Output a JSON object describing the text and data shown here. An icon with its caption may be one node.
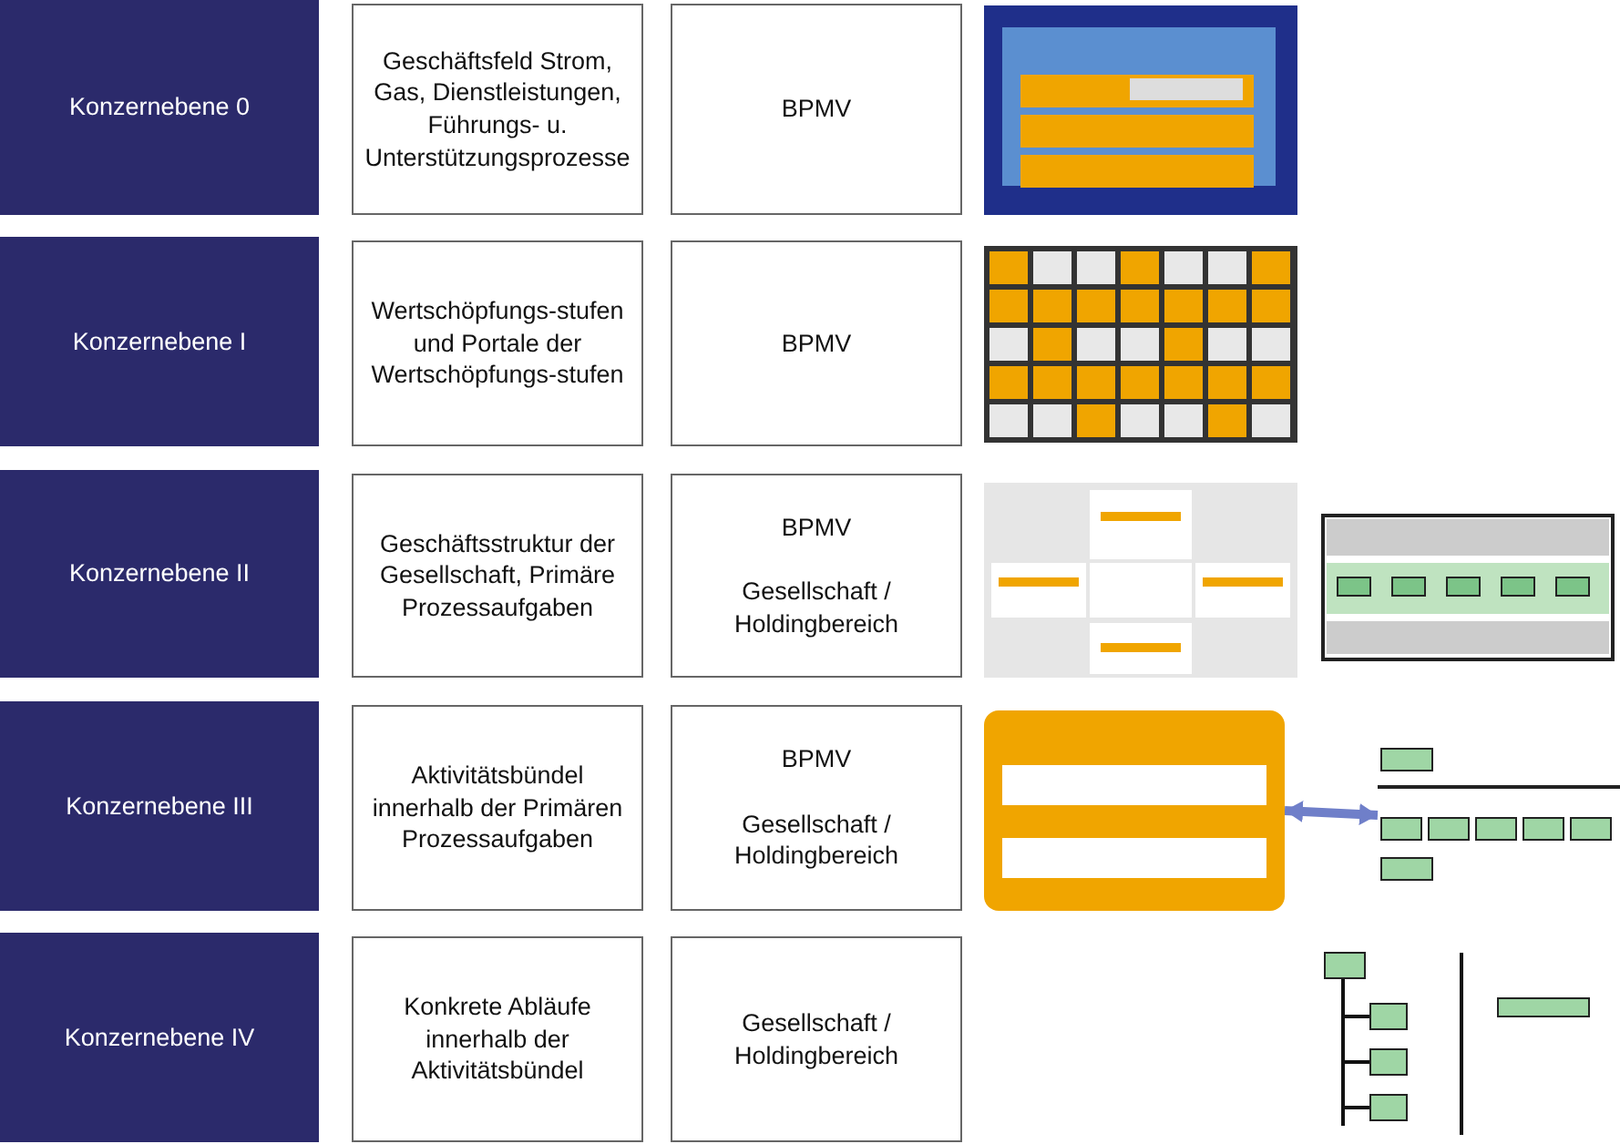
{
  "diagram": {
    "nodes": [
      {
        "text": [
          "Konzernebene 0"
        ]
      },
      {
        "text": [
          "Geschäftsfeld Strom, Gas, Dienstleistungen, Führungs- u. Unterstützungsprozesse"
        ]
      },
      {
        "text": [
          "BPMV"
        ]
      },
      {
        "text": [
          "Konzernebene I"
        ]
      },
      {
        "text": [
          "Wertschöpfungs-stufen und Portale der Wertschöpfungs-stufen"
        ]
      },
      {
        "text": [
          "BPMV"
        ]
      },
      {
        "text": [
          "Konzernebene II"
        ]
      },
      {
        "text": [
          "Geschäftsstruktur der Gesellschaft, Primäre Prozessaufgaben"
        ]
      },
      {
        "text": [
          "BPMV",
          "Gesellschaft / Holdingbereich"
        ]
      },
      {
        "text": [
          "Konzernebene III"
        ]
      },
      {
        "text": [
          "Aktivitätsbündel innerhalb der Primären Prozessaufgaben"
        ]
      },
      {
        "text": [
          "BPMV",
          "Gesellschaft / Holdingbereich"
        ]
      },
      {
        "text": [
          "Konzernebene IV"
        ]
      },
      {
        "text": [
          "Konkrete Abläufe innerhalb der Aktivitätsbündel"
        ]
      },
      {
        "text": [
          "Gesellschaft / Holdingbereich"
        ]
      },
      {
        "text": [],
        "shape": "picture"
      },
      {
        "text": [],
        "shape": "picture"
      }
    ],
    "edges": [
      {
        "from": 15,
        "to": 16,
        "arrow": "both",
        "color": "#6f7fc9"
      }
    ]
  }
}
